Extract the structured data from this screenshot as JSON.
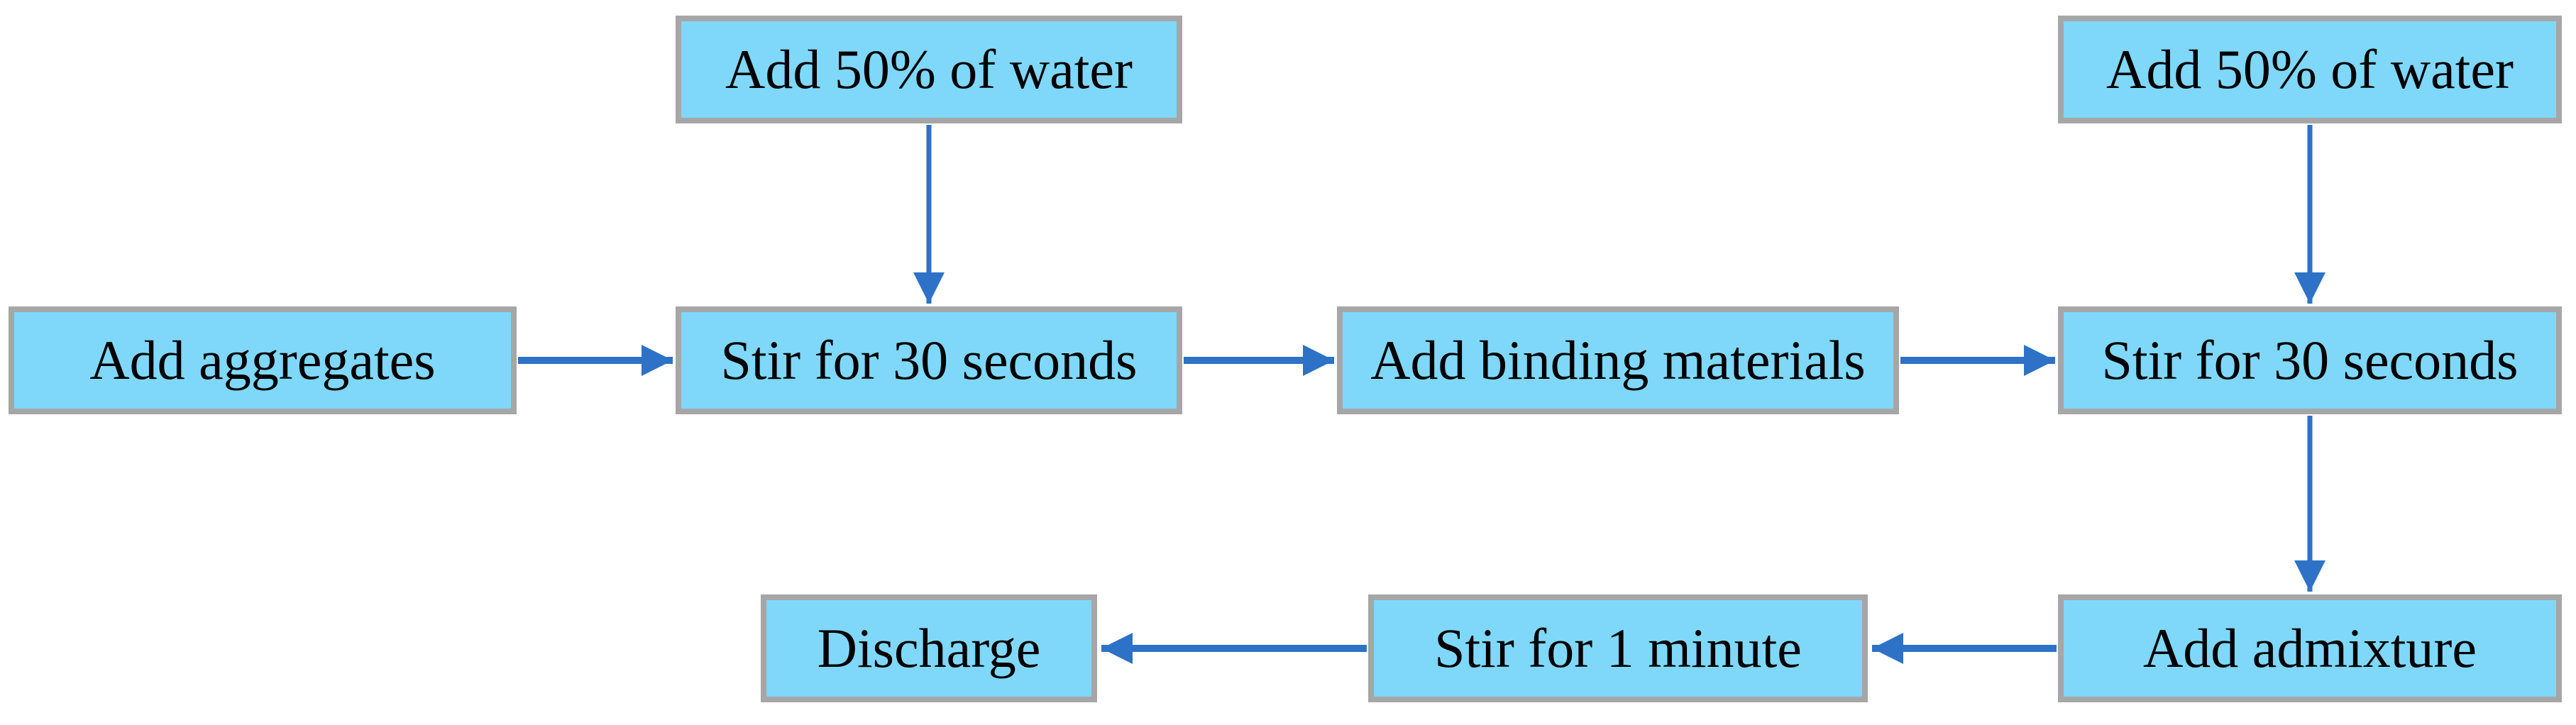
{
  "diagram": {
    "type": "flowchart",
    "colors": {
      "box_fill": "#7FD8FA",
      "box_border": "#A6A6A6",
      "arrow": "#2D72C6",
      "text": "#000000",
      "background": "#FFFFFF"
    },
    "nodes": [
      {
        "id": "water_top_left",
        "label": "Add 50% of water"
      },
      {
        "id": "water_top_right",
        "label": "Add 50% of water"
      },
      {
        "id": "aggregates",
        "label": "Add aggregates"
      },
      {
        "id": "stir_30_first",
        "label": "Stir for 30 seconds"
      },
      {
        "id": "binding",
        "label": "Add binding materials"
      },
      {
        "id": "stir_30_second",
        "label": "Stir for 30 seconds"
      },
      {
        "id": "admixture",
        "label": "Add admixture"
      },
      {
        "id": "stir_1_minute",
        "label": "Stir for 1 minute"
      },
      {
        "id": "discharge",
        "label": "Discharge"
      }
    ],
    "edges": [
      {
        "from": "water_top_left",
        "to": "stir_30_first"
      },
      {
        "from": "aggregates",
        "to": "stir_30_first"
      },
      {
        "from": "stir_30_first",
        "to": "binding"
      },
      {
        "from": "binding",
        "to": "stir_30_second"
      },
      {
        "from": "water_top_right",
        "to": "stir_30_second"
      },
      {
        "from": "stir_30_second",
        "to": "admixture"
      },
      {
        "from": "admixture",
        "to": "stir_1_minute"
      },
      {
        "from": "stir_1_minute",
        "to": "discharge"
      }
    ]
  }
}
